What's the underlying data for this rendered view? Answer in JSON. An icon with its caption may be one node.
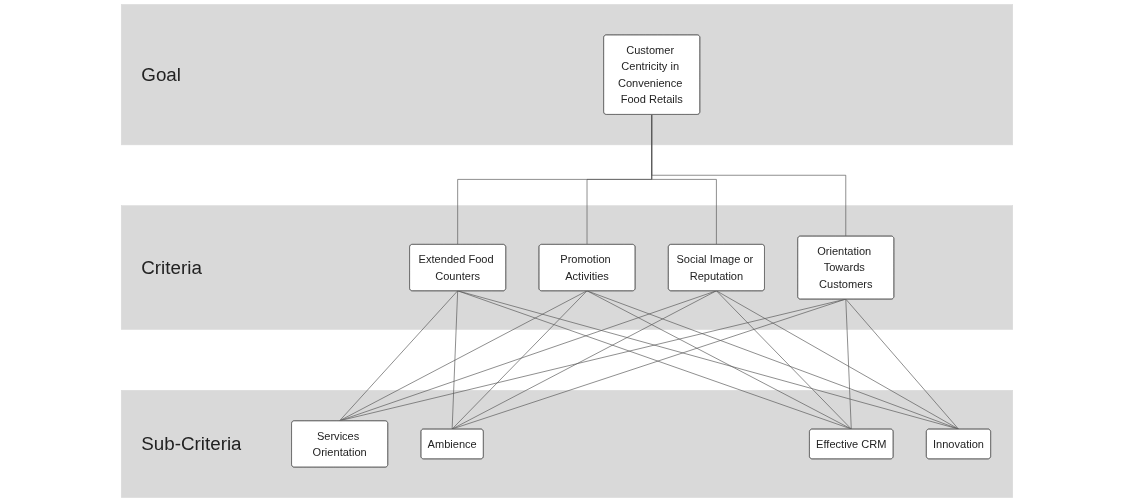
{
  "diagram": {
    "nodes": [
      {
        "text": [
          "Goal"
        ]
      },
      {
        "text": [
          "Customer Centricity in Convenience Food Retails"
        ],
        "in": 0
      },
      {
        "text": [
          "Criteria"
        ]
      },
      {
        "text": [
          "Extended Food Counters"
        ],
        "in": 2
      },
      {
        "text": [
          "Promotion Activities"
        ],
        "in": 2
      },
      {
        "text": [
          "Social Image or Reputation"
        ],
        "in": 2
      },
      {
        "text": [
          "Orientation Towards Customers"
        ],
        "in": 2
      },
      {
        "text": [
          "Sub-Criteria"
        ]
      },
      {
        "text": [
          "Services Orientation"
        ],
        "in": 7
      },
      {
        "text": [
          "Ambience"
        ],
        "in": 7
      },
      {
        "text": [
          "Effective CRM"
        ],
        "in": 7
      },
      {
        "text": [
          "Innovation"
        ],
        "in": 7
      }
    ],
    "edges": [
      {
        "from": 1,
        "to": 3,
        "arrow": "none"
      },
      {
        "from": 1,
        "to": 4,
        "arrow": "none"
      },
      {
        "from": 1,
        "to": 5,
        "arrow": "none"
      },
      {
        "from": 1,
        "to": 6,
        "arrow": "none"
      },
      {
        "from": 3,
        "to": 8,
        "arrow": "none"
      },
      {
        "from": 3,
        "to": 9,
        "arrow": "none"
      },
      {
        "from": 3,
        "to": 10,
        "arrow": "none"
      },
      {
        "from": 3,
        "to": 11,
        "arrow": "none"
      },
      {
        "from": 4,
        "to": 8,
        "arrow": "none"
      },
      {
        "from": 4,
        "to": 9,
        "arrow": "none"
      },
      {
        "from": 4,
        "to": 10,
        "arrow": "none"
      },
      {
        "from": 4,
        "to": 11,
        "arrow": "none"
      },
      {
        "from": 5,
        "to": 8,
        "arrow": "none"
      },
      {
        "from": 5,
        "to": 9,
        "arrow": "none"
      },
      {
        "from": 5,
        "to": 10,
        "arrow": "none"
      },
      {
        "from": 5,
        "to": 11,
        "arrow": "none"
      },
      {
        "from": 6,
        "to": 8,
        "arrow": "none"
      },
      {
        "from": 6,
        "to": 9,
        "arrow": "none"
      },
      {
        "from": 6,
        "to": 10,
        "arrow": "none"
      },
      {
        "from": 6,
        "to": 11,
        "arrow": "none"
      }
    ]
  }
}
